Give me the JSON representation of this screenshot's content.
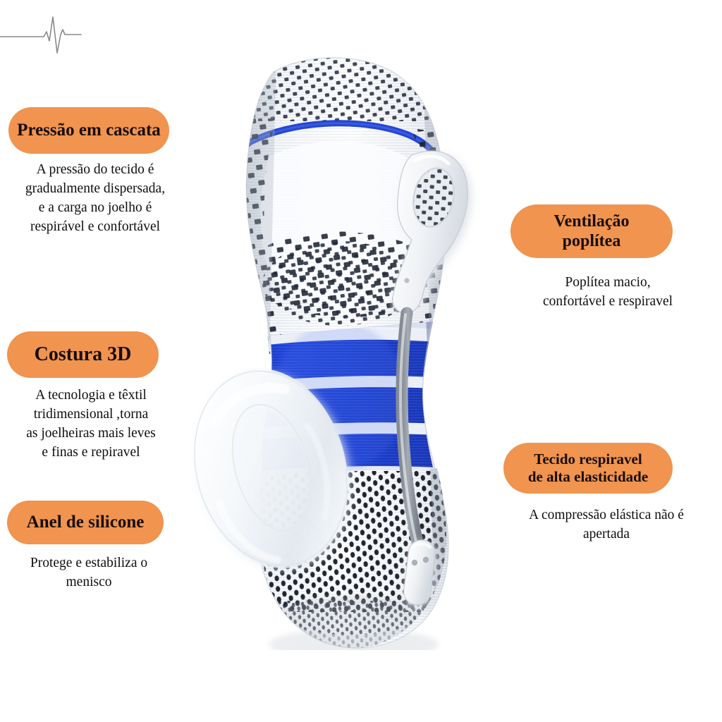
{
  "background_color": "#ffffff",
  "theme": {
    "pill_color": "#f0944f",
    "text_color": "#100c0c",
    "fabric_blue": "#1b3fd0",
    "fabric_white": "#f2f4f7",
    "fabric_navy": "#1d2433",
    "ecg_line_color": "#8a8a8a"
  },
  "logo": {
    "icon": "ecg-heartbeat-line"
  },
  "features": {
    "left": [
      {
        "id": "cascata",
        "title": "Pressão em cascata",
        "description": "A pressão do tecido é\ngradualmente dispersada,\ne a carga no joelho é\nrespirável e confortável"
      },
      {
        "id": "costura",
        "title": "Costura 3D",
        "description": "A tecnologia e têxtil\ntridimensional ,torna\nas joelheiras mais leves\ne finas e repiravel"
      },
      {
        "id": "anel",
        "title": "Anel de silicone",
        "description": "Protege e estabiliza o\nmenisco"
      }
    ],
    "right": [
      {
        "id": "ventilacao",
        "title": "Ventilação\npoplítea",
        "description": "Poplítea macio,\nconfortável e respiravel"
      },
      {
        "id": "tecido",
        "title": "Tecido respiravel\nde alta elasticidade",
        "description": "A compressão elástica não é\napertada"
      }
    ]
  },
  "product": {
    "name": "knee-compression-sleeve",
    "parts": [
      "knit-sleeve-upper",
      "blue-stripe-band",
      "silicone-ring",
      "spring-stay-hinge",
      "perforated-mesh-lower"
    ]
  }
}
